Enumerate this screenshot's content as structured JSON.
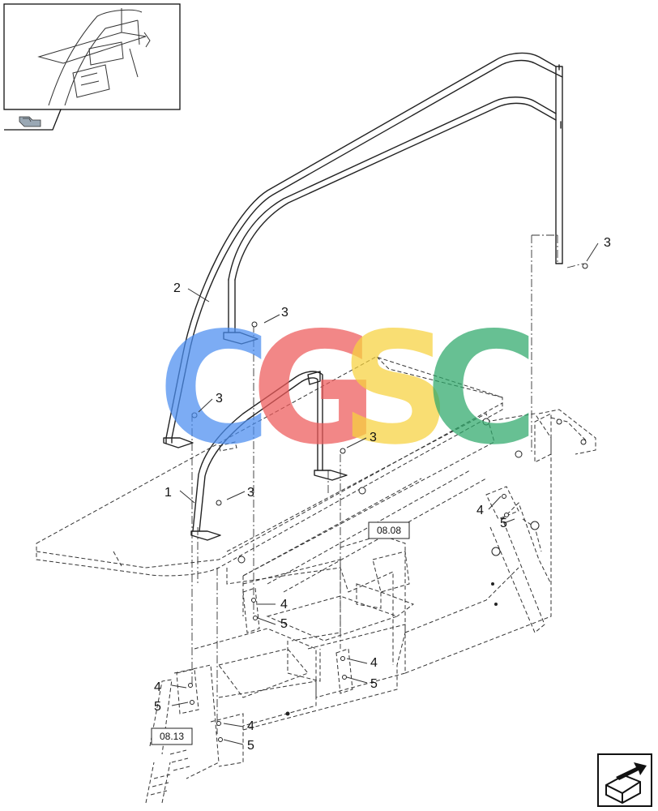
{
  "callouts": [
    {
      "id": "c-2",
      "label": "2"
    },
    {
      "id": "c-1",
      "label": "1"
    },
    {
      "id": "c-3a",
      "label": "3"
    },
    {
      "id": "c-3b",
      "label": "3"
    },
    {
      "id": "c-3c",
      "label": "3"
    },
    {
      "id": "c-3d",
      "label": "3"
    },
    {
      "id": "c-3e",
      "label": "3"
    },
    {
      "id": "c-4a",
      "label": "4"
    },
    {
      "id": "c-5a",
      "label": "5"
    },
    {
      "id": "c-4b",
      "label": "4"
    },
    {
      "id": "c-5b",
      "label": "5"
    },
    {
      "id": "c-4c",
      "label": "4"
    },
    {
      "id": "c-5c",
      "label": "5"
    },
    {
      "id": "c-4d",
      "label": "4"
    },
    {
      "id": "c-5d",
      "label": "5"
    },
    {
      "id": "c-4e",
      "label": "4"
    },
    {
      "id": "c-5e",
      "label": "5"
    }
  ],
  "references": {
    "ref_a": "08.08",
    "ref_b": "08.13"
  },
  "watermark": {
    "letters": [
      "C",
      "G",
      "S",
      "C"
    ],
    "colors": [
      "#4a8df0",
      "#ee5a5a",
      "#f7d23e",
      "#2ea86a"
    ]
  },
  "colors": {
    "line": "#222222",
    "background": "#ffffff",
    "icon_fill": "#9aa8b4"
  },
  "icons": {
    "locator": "locator-thumbnail-icon",
    "navigation": "next-page-arrow-icon"
  }
}
